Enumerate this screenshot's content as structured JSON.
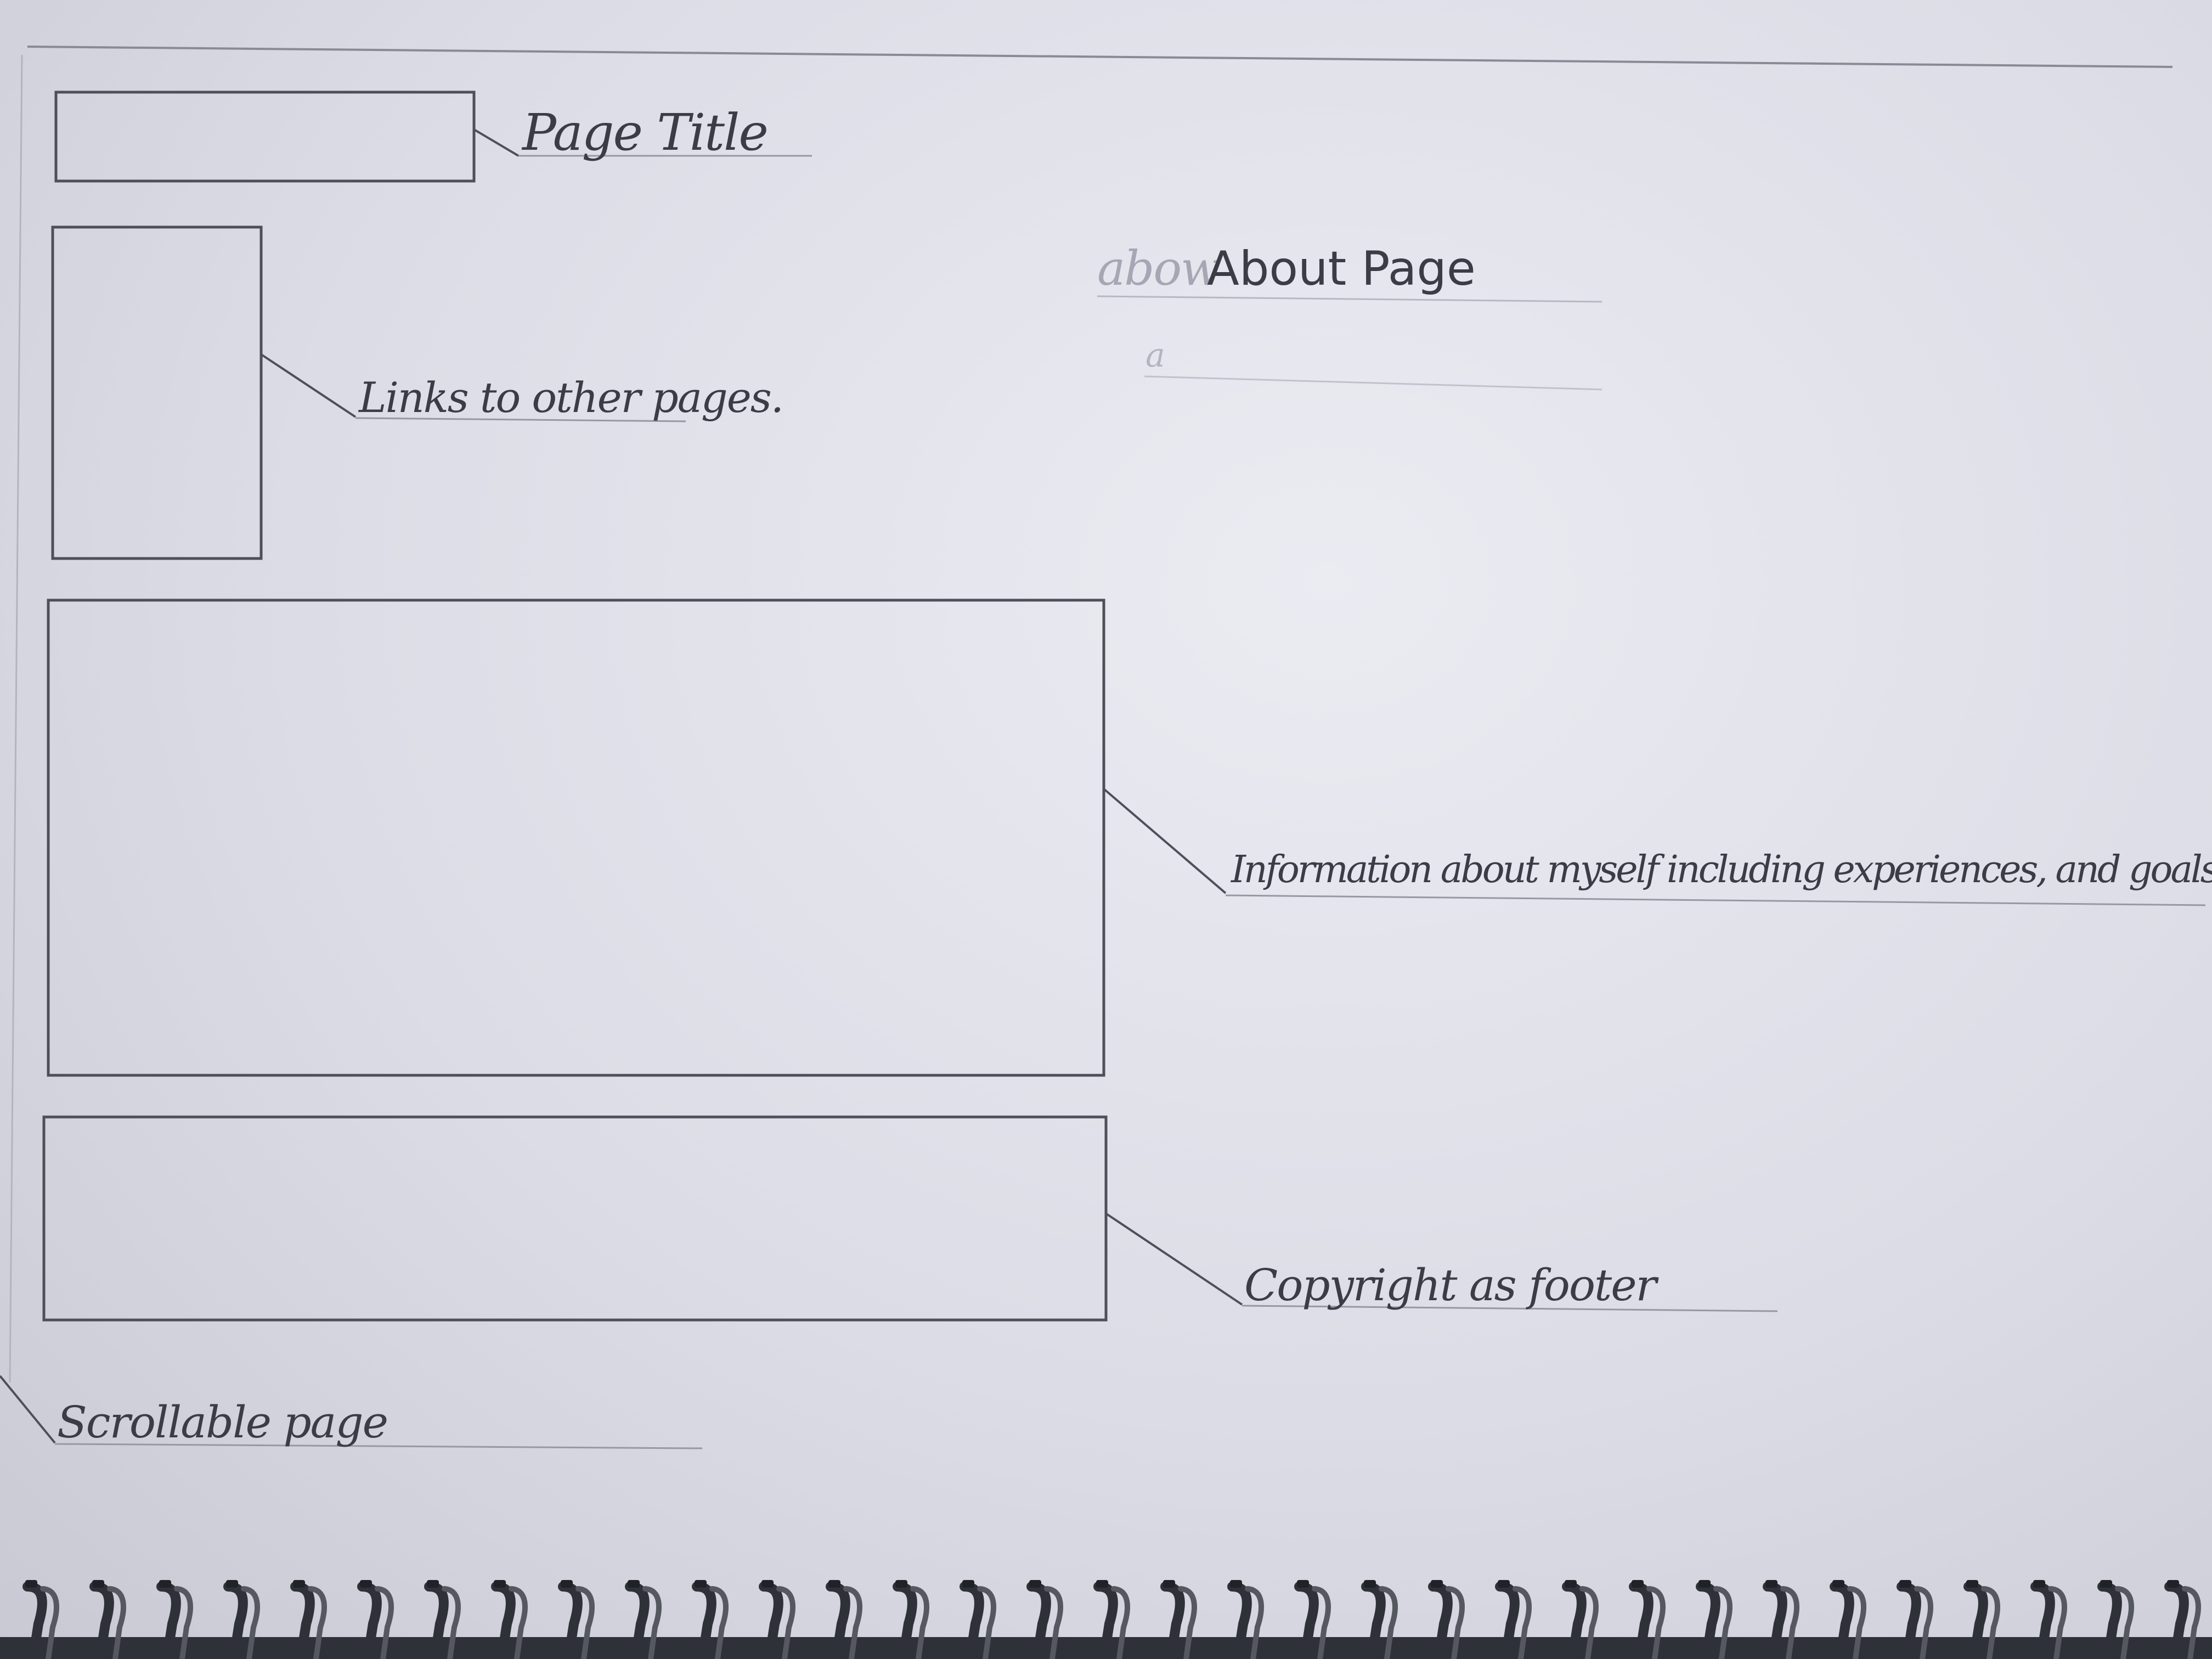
{
  "notes": {
    "page_title": "Page Title",
    "nav_links": "Links to other pages.",
    "about_scratch": "abow",
    "about_heading": "About Page",
    "info": "Information about myself including experiences, and goals",
    "footer": "Copyright as footer",
    "scroll": "Scrollable page"
  },
  "colors": {
    "paper": "#e4e4ec",
    "pencil": "#4a4a55",
    "faint_pencil": "#a6a6b4",
    "spiral": "#2e3238"
  }
}
